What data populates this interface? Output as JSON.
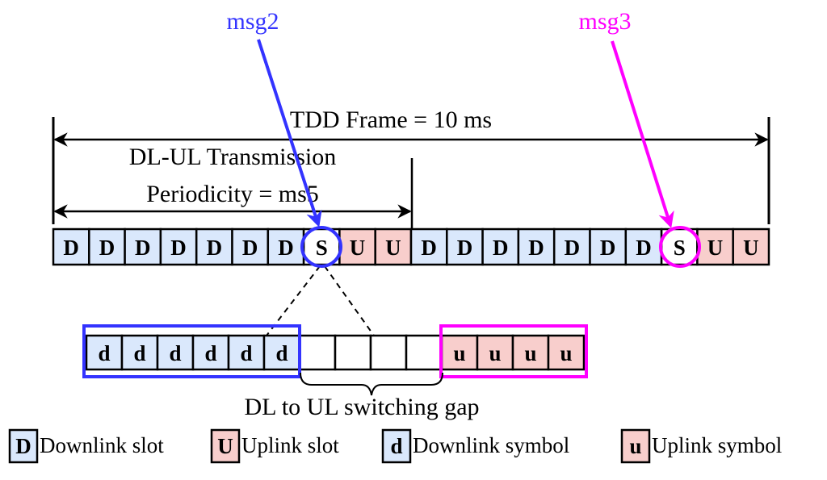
{
  "colors": {
    "downlink_fill": "#dae8fc",
    "uplink_fill": "#f8cecc",
    "special_fill": "#ffffff",
    "msg2": "#3333ff",
    "msg3": "#ff00ff",
    "line": "#000000"
  },
  "annotations": {
    "msg2": "msg2",
    "msg3": "msg3",
    "frame_label": "TDD Frame = 10 ms",
    "periodicity_line1": "DL-UL Transmission",
    "periodicity_line2": "Periodicity = ms5",
    "gap_label": "DL to UL switching gap"
  },
  "frame": {
    "slots": [
      "D",
      "D",
      "D",
      "D",
      "D",
      "D",
      "D",
      "S",
      "U",
      "U",
      "D",
      "D",
      "D",
      "D",
      "D",
      "D",
      "D",
      "S",
      "U",
      "U"
    ],
    "highlight_msg2_slot_index": 7,
    "highlight_msg3_slot_index": 17,
    "periodicity_slots": 10
  },
  "special_slot_symbols": [
    "d",
    "d",
    "d",
    "d",
    "d",
    "d",
    "",
    "",
    "",
    "",
    "u",
    "u",
    "u",
    "u"
  ],
  "legend": [
    {
      "glyph": "D",
      "type": "downlink",
      "label": "Downlink slot"
    },
    {
      "glyph": "U",
      "type": "uplink",
      "label": "Uplink slot"
    },
    {
      "glyph": "d",
      "type": "downlink",
      "label": "Downlink symbol"
    },
    {
      "glyph": "u",
      "type": "uplink",
      "label": "Uplink symbol"
    }
  ]
}
